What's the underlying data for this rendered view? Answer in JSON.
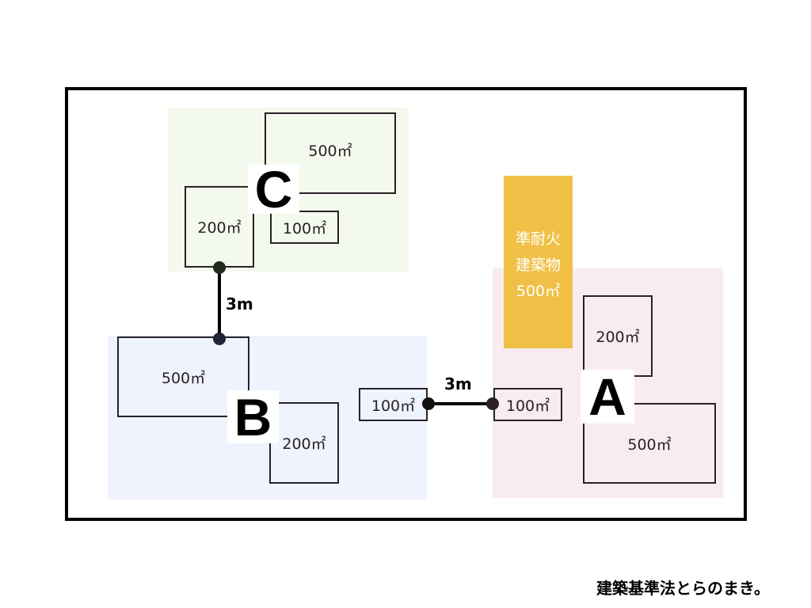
{
  "zones": {
    "A": {
      "label": "A",
      "buildings": [
        "200㎡",
        "500㎡",
        "100㎡"
      ],
      "color": "#f9ecf0"
    },
    "B": {
      "label": "B",
      "buildings": [
        "500㎡",
        "200㎡",
        "100㎡"
      ],
      "color": "#eef3fd"
    },
    "C": {
      "label": "C",
      "buildings": [
        "500㎡",
        "200㎡",
        "100㎡"
      ],
      "color": "#f4f9ee"
    }
  },
  "fireproof": {
    "line1": "準耐火",
    "line2": "建築物",
    "area": "500㎡",
    "color": "#efbd45"
  },
  "distances": {
    "cb": "3m",
    "ba": "3m"
  },
  "footer": "建築基準法とらのまき。"
}
